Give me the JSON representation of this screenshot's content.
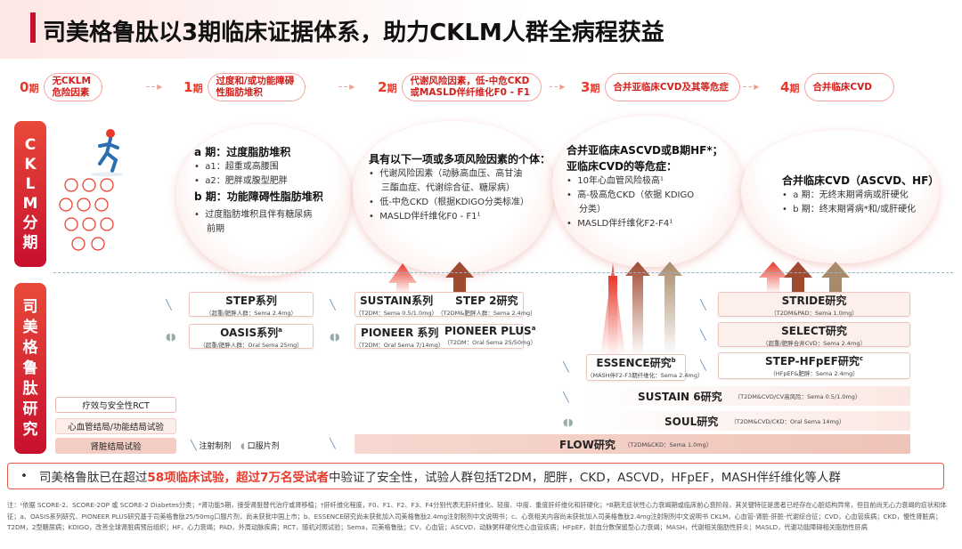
{
  "title": "司美格鲁肽以3期临床证据体系，助力CKLM人群全病程获益",
  "stages": [
    {
      "num": "0",
      "unit": "期",
      "text": "无CKLM\n危险因素"
    },
    {
      "num": "1",
      "unit": "期",
      "text": "过度和/或功能障碍\n性脂肪堆积"
    },
    {
      "num": "2",
      "unit": "期",
      "text": "代谢风险因素，低-中危CKD\n或MASLD伴纤维化F0 - F1"
    },
    {
      "num": "3",
      "unit": "期",
      "text": "合并亚临床CVD及其等危症"
    },
    {
      "num": "4",
      "unit": "期",
      "text": "合并临床CVD"
    }
  ],
  "side": {
    "cklm": [
      "C",
      "K",
      "L",
      "M",
      "分",
      "期"
    ],
    "sema": [
      "司",
      "美",
      "格",
      "鲁",
      "肽",
      "研",
      "究"
    ]
  },
  "bubbles": {
    "b1": {
      "h1": "a 期：过度脂肪堆积",
      "i1": "a1：超重或高腰围",
      "i2": "a2：肥胖或腹型肥胖",
      "h2": "b 期：功能障碍性脂肪堆积",
      "i3": "过度脂肪堆积且伴有糖尿病",
      "i3b": "前期"
    },
    "b2": {
      "h1": "具有以下一项或多项风险因素的个体：",
      "i1": "代谢风险因素（动脉高血压、高甘油",
      "i1b": "三酯血症、代谢综合征、糖尿病）",
      "i2": "低-中危CKD（根据KDIGO分类标准）",
      "i3": "MASLD伴纤维化F0 - F1¹"
    },
    "b3": {
      "h1": "合并亚临床ASCVD或B期HF*；",
      "h2": "亚临床CVD的等危症：",
      "i1": "10年心血管风险极高¹",
      "i2": "高-极高危CKD（依据 KDIGO",
      "i2b": "分类）",
      "i3": "MASLD伴纤维化F2-F4¹"
    },
    "b4": {
      "h1": "合并临床CVD（ASCVD、HF）",
      "i1": "a 期：无终末期肾病或肝硬化",
      "i2": "b 期：终末期肾病*和/或肝硬化"
    }
  },
  "studies": {
    "step": {
      "name": "STEP系列",
      "sub": "（超重/肥胖人群：Sema 2.4mg）"
    },
    "oasis": {
      "name": "OASIS系列",
      "sup": "a",
      "sub": "（超重/肥胖人群：Oral Sema 25mg）"
    },
    "sustain": {
      "name": "SUSTAIN系列",
      "sub": "（T2DM：Sema 0.5/1.0mg）"
    },
    "step2": {
      "name": "STEP 2研究",
      "sub": "（T2DM&肥胖人群：Sema 2.4mg）"
    },
    "pioneer": {
      "name": "PIONEER 系列",
      "sub": "（T2DM：Oral Sema 7/14mg）"
    },
    "pioneerplus": {
      "name": "PIONEER PLUS",
      "sup": "a",
      "sub": "（T2DM：Oral Sema 25/50mg）"
    },
    "essence": {
      "name": "ESSENCE研究",
      "sup": "b",
      "sub": "（MASH伴F2-F3期纤维化：Sema 2.4mg）"
    },
    "stride": {
      "name": "STRIDE研究",
      "sub": "（T2DM&PAD：Sema 1.0mg）"
    },
    "select": {
      "name": "SELECT研究",
      "sub": "（超重/肥胖合并CVD：Sema 2.4mg）"
    },
    "stephfpef": {
      "name": "STEP-HFpEF研究",
      "sup": "c",
      "sub": "（HFpEF&肥胖：Sema 2.4mg）"
    },
    "sustain6": {
      "name": "SUSTAIN 6研究",
      "sub": "（T2DM&CVD/CV高风险：Sema 0.5/1.0mg）"
    },
    "soul": {
      "name": "SOUL研究",
      "sub": "（T2DM&CVD/CKD：Oral Sema 14mg）"
    },
    "flow": {
      "name": "FLOW研究",
      "sub": "（T2DM&CKD：Sema 1.0mg）"
    }
  },
  "legend": {
    "l1": "疗效与安全性RCT",
    "l2": "心血管结局/功能结局试验",
    "l3": "肾脏结局试验",
    "inj": "注射制剂",
    "oral": "口服片剂"
  },
  "colors": {
    "red": "#c8102e",
    "arrow_red": "#e8392a",
    "arrow_brown": "#a04a30",
    "arrow_tan": "#a88a6a"
  },
  "summary": {
    "pre": "司美格鲁肽已在超过",
    "hl1": "58项临床试验",
    "mid": "，",
    "hl2": "超过7万名受试者",
    "post": "中验证了安全性，试验人群包括T2DM，肥胖，CKD，ASCVD，HFpEF，MASH伴纤维化等人群"
  },
  "notes": "注：¹依据 SCORE-2、SCORE-2OP 或 SCORE-2 Diabetes分类；*肾功能5期，接受肾脏替代治疗或肾移植；†肝纤维化程度，F0、F1、F2、F3、F4分别代表无肝纤维化、轻度、中度、重度肝纤维化和肝硬化；*B期无症状性心力衰竭期或临床前心衰阶段，其关键特征是患者已经存在心脏结构异常，但目前尚无心力衰竭的症状和体征；a、OASIS系列研究、PIONEER PLUS研究基于司美格鲁肽25/50mg口服片剂，尚未获批中国上市；b、ESSENCE研究尚未获批加入司美格鲁肽2.4mg注射制剂中文说明书；c、心衰相关内容尚未获批加入司美格鲁肽2.4mg注射制剂中文说明书 CKLM，心血管-肾脏-肝脏-代谢综合征；CVD，心血管疾病；CKD，慢性肾脏病；T2DM，2型糖尿病；KDIGO，改善全球肾脏病预后组织；HF，心力衰竭；PAD，外周动脉疾病；RCT，随机对照试验；Sema，司美格鲁肽；CV，心血管；ASCVD，动脉粥样硬化性心血管疾病；HFpEF，射血分数保留型心力衰竭；MASH，代谢相关脂肪性肝炎；MASLD，代谢功能障碍相关脂肪性肝病"
}
